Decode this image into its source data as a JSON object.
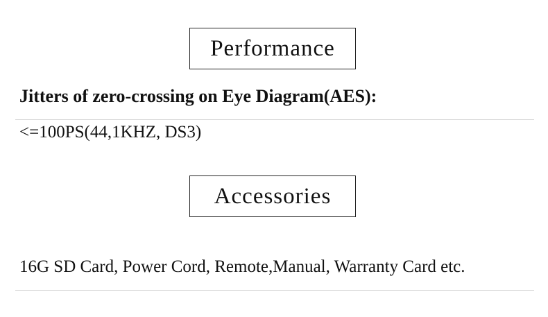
{
  "performance": {
    "heading": "Performance",
    "spec_label": "Jitters of zero-crossing on Eye Diagram(AES):",
    "spec_value": "<=100PS(44,1KHZ, DS3)"
  },
  "accessories": {
    "heading": "Accessories",
    "items_text": "16G SD Card, Power Cord, Remote,Manual, Warranty Card etc."
  }
}
